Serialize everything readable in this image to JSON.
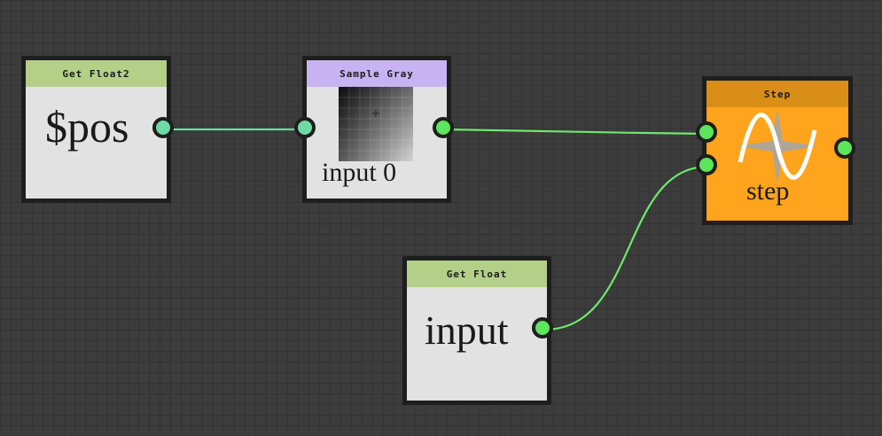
{
  "colors": {
    "canvas_bg": "#3c3c3c",
    "header_green": "#b3cf88",
    "header_purple": "#c7b3f2",
    "header_orange": "#d98e17",
    "body_orange": "#ffa41c",
    "port_teal": "#6fd9a3",
    "port_green": "#5be65b"
  },
  "nodes": {
    "get_float2": {
      "title": "Get Float2",
      "value": "$pos"
    },
    "sample_gray": {
      "title": "Sample Gray",
      "value": "input 0"
    },
    "step": {
      "title": "Step",
      "value": "step",
      "icon": "step-function-icon"
    },
    "get_float": {
      "title": "Get Float",
      "value": "input"
    }
  }
}
